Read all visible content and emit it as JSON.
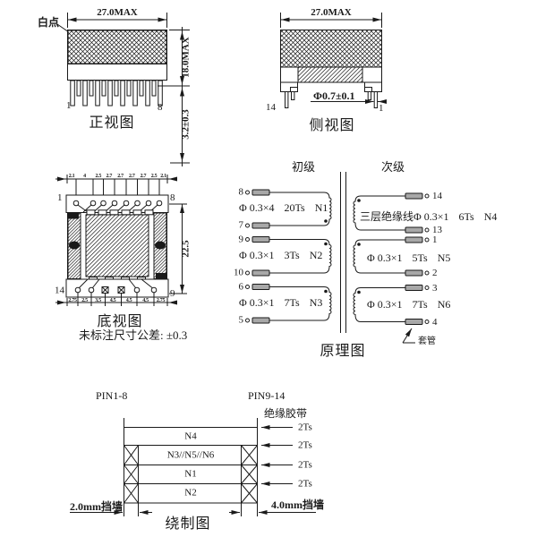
{
  "front_view": {
    "title": "正视图",
    "white_dot_label": "白点",
    "dim_width": "27.0MAX",
    "dim_height": "18.0MAX",
    "dim_pin": "3.2±0.3",
    "pin_first": "1",
    "pin_last": "8"
  },
  "side_view": {
    "title": "侧视图",
    "dim_width": "27.0MAX",
    "dim_pin_dia": "Φ0.7±0.1",
    "pin_left": "14",
    "pin_right": "1"
  },
  "bottom_view": {
    "title": "底视图",
    "tolerance_note": "未标注尺寸公差: ±0.3",
    "dim_height": "22.5",
    "pin_top_left": "1",
    "pin_top_right": "8",
    "pin_bottom_left": "14",
    "pin_bottom_right": "9",
    "top_dims": [
      "2.1",
      "4",
      "2.5",
      "2.7",
      "2.7",
      "2.7",
      "2.7",
      "2.5",
      "2.1"
    ],
    "bottom_dims": [
      "2.75",
      "2.5",
      "3.5",
      "4.5",
      "4.5",
      "4.5",
      "2.75"
    ]
  },
  "schematic": {
    "title": "原理图",
    "primary_label": "初级",
    "secondary_label": "次级",
    "sleeve_label": "套管",
    "primary_windings": [
      {
        "pin_start": "8",
        "pin_end": "7",
        "spec": "Φ 0.3×4",
        "turns": "20Ts",
        "name": "N1"
      },
      {
        "pin_start": "9",
        "pin_end": "10",
        "spec": "Φ 0.3×1",
        "turns": "3Ts",
        "name": "N2"
      },
      {
        "pin_start": "6",
        "pin_end": "5",
        "spec": "Φ 0.3×1",
        "turns": "7Ts",
        "name": "N3"
      }
    ],
    "secondary_windings": [
      {
        "pin_start": "14",
        "pin_end": "13",
        "spec": "三层绝缘线Φ 0.3×1",
        "turns": "6Ts",
        "name": "N4"
      },
      {
        "pin_start": "1",
        "pin_end": "2",
        "spec": "Φ 0.3×1",
        "turns": "5Ts",
        "name": "N5"
      },
      {
        "pin_start": "3",
        "pin_end": "4",
        "spec": "Φ 0.3×1",
        "turns": "7Ts",
        "name": "N6"
      }
    ]
  },
  "winding_diagram": {
    "title": "绕制图",
    "pins_left": "PIN1-8",
    "pins_right": "PIN9-14",
    "tape_label": "绝缘胶带",
    "tape_turns": [
      "2Ts",
      "2Ts",
      "2Ts",
      "2Ts"
    ],
    "layers": [
      "N4",
      "N3//N5//N6",
      "N1",
      "N2"
    ],
    "wall_left": "2.0mm挡墙",
    "wall_right": "4.0mm挡墙"
  }
}
